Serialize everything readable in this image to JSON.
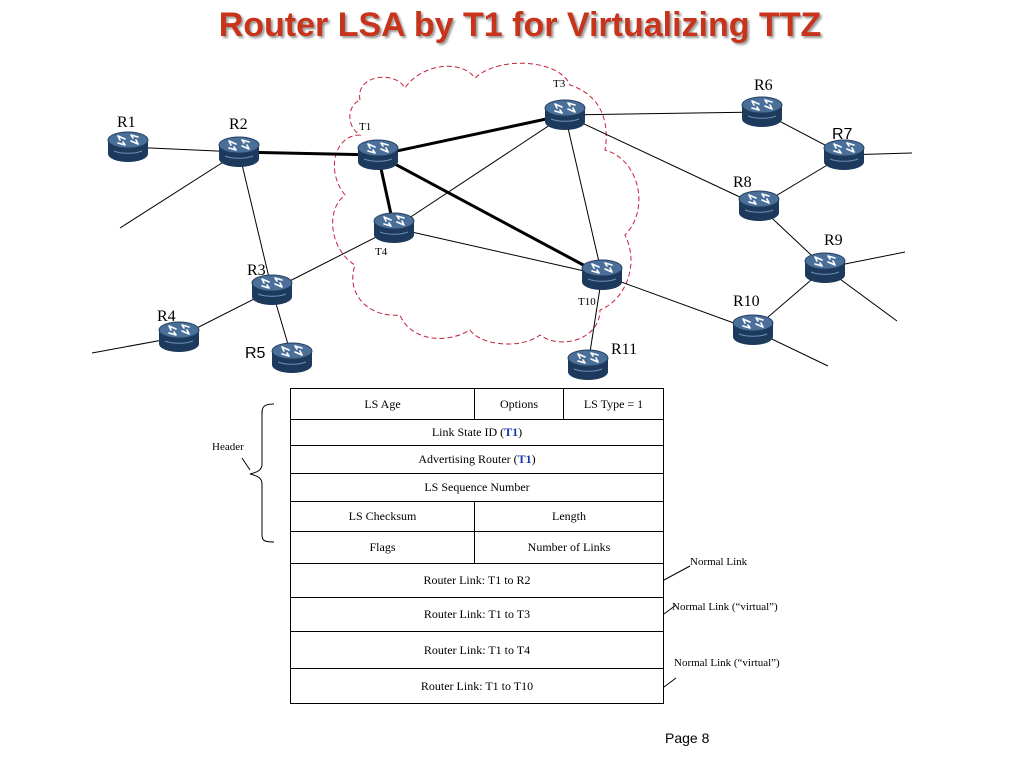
{
  "title": "Router LSA by T1 for Virtualizing TTZ",
  "routers": {
    "R1": "R1",
    "R2": "R2",
    "R3": "R3",
    "R4": "R4",
    "R5": "R5",
    "R6": "R6",
    "R7": "R7",
    "R8": "R8",
    "R9": "R9",
    "R10": "R10",
    "R11": "R11",
    "T1": "T1",
    "T3": "T3",
    "T4": "T4",
    "T10": "T10"
  },
  "lsa": {
    "header_label": "Header",
    "ls_age": "LS Age",
    "options": "Options",
    "ls_type": "LS Type = 1",
    "link_state_id": {
      "prefix": "Link State ID (",
      "value": "T1",
      "suffix": ")"
    },
    "advertising_router": {
      "prefix": "Advertising Router (",
      "value": "T1",
      "suffix": ")"
    },
    "ls_sequence_number": "LS Sequence Number",
    "ls_checksum": "LS Checksum",
    "length": "Length",
    "flags": "Flags",
    "number_of_links": "Number of Links",
    "links": [
      {
        "label": "Router Link: T1 to R2"
      },
      {
        "label": "Router Link: T1 to T3"
      },
      {
        "label": "Router Link: T1 to T4"
      },
      {
        "label": "Router Link: T1 to T10"
      }
    ],
    "annotations": [
      "Normal Link",
      "Normal Link (“virtual”)",
      "Normal Link (“virtual”)"
    ]
  },
  "page_label": "Page 8",
  "colors": {
    "title": "#c8331b",
    "t1_highlight": "#1534b4",
    "cloud": "#c0223a",
    "router_body": "#2c4f78"
  }
}
